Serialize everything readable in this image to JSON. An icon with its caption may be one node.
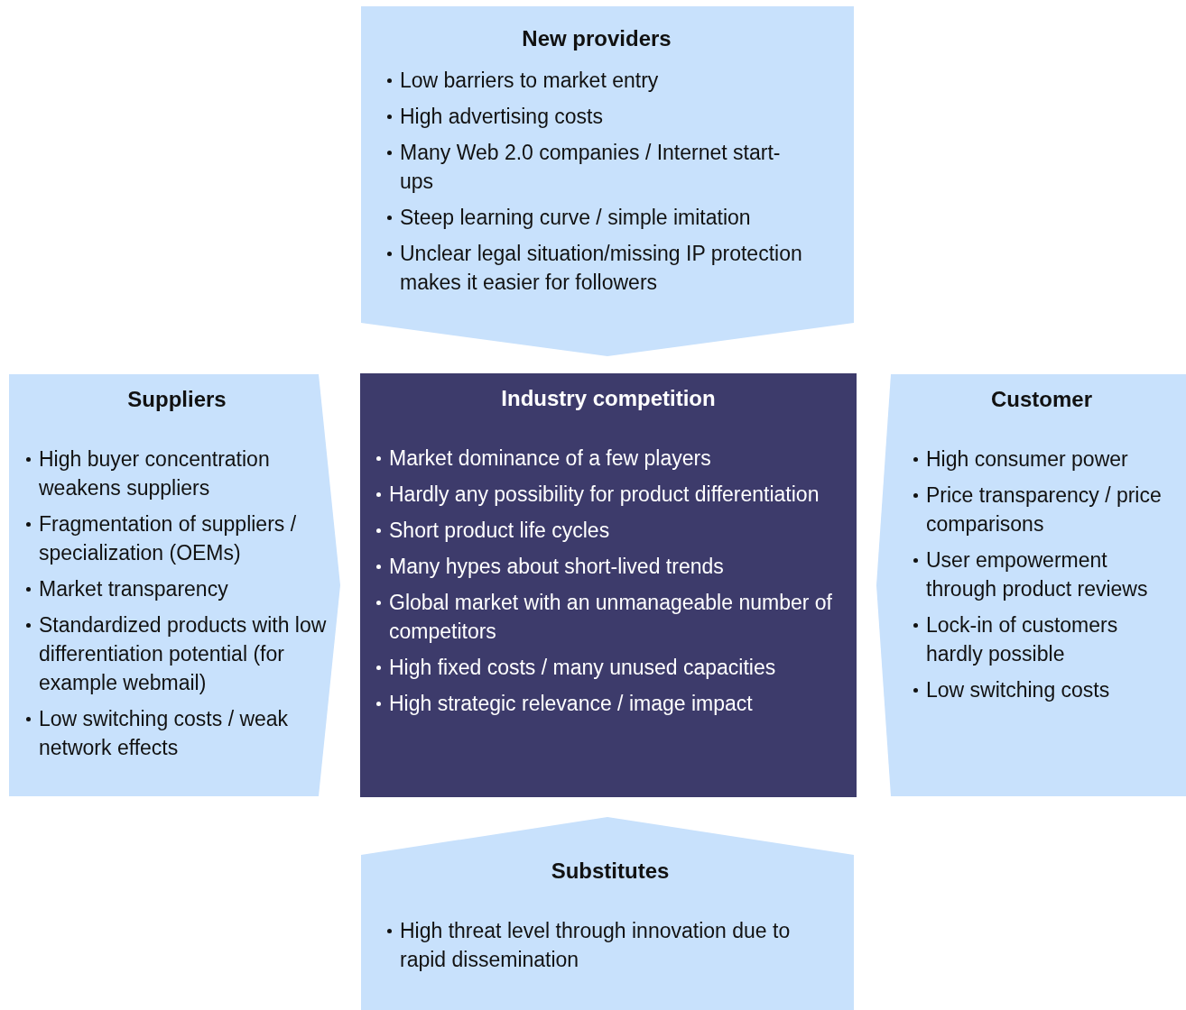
{
  "diagram": {
    "nodes": [
      {
        "text": [
          "New providers",
          "Low barriers to market entry",
          "High advertising costs",
          "Many Web 2.0 companies / Internet start-ups",
          "Steep learning curve / simple imitation",
          "Unclear legal situation/missing IP protection makes it easier for followers"
        ]
      },
      {
        "text": [
          "Suppliers",
          "High buyer concentration weakens suppliers",
          "Fragmentation of suppliers / specialization (OEMs)",
          "Market transparency",
          "Standardized products with low differentiation potential (for example webmail)",
          "Low switching costs / weak network effects"
        ]
      },
      {
        "text": [
          "Industry competition",
          "Market dominance of a few players",
          "Hardly any possibility for product differentiation",
          "Short product life cycles",
          "Many hypes about short-lived trends",
          "Global market with an unmanageable number of competitors",
          "High fixed costs / many unused capacities",
          "High strategic relevance / image impact"
        ]
      },
      {
        "text": [
          "Customer",
          "High consumer power",
          "Price transparency / price comparisons",
          "User empowerment through product reviews",
          "Lock-in of customers hardly possible",
          "Low switching costs"
        ]
      },
      {
        "text": [
          "Substitutes",
          "High threat level through innovation due to rapid dissemination"
        ]
      }
    ]
  }
}
